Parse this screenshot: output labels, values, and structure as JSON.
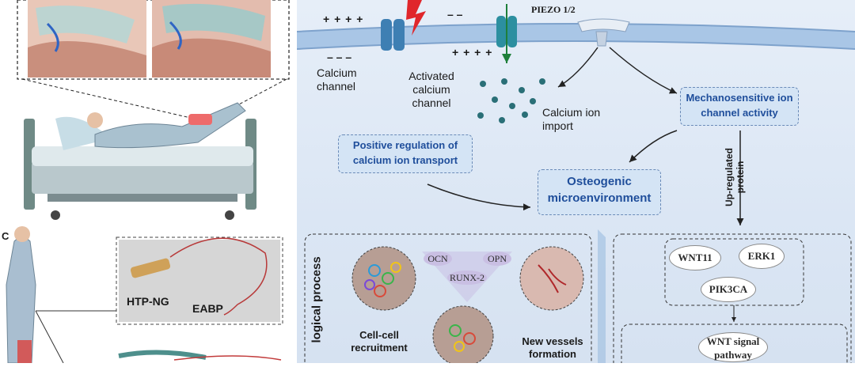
{
  "panel_label_c": "C",
  "device": {
    "label_1": "HTP-NG",
    "label_2": "EABP"
  },
  "membrane": {
    "plus_left": "+ + + +",
    "minus_left": "– – –",
    "minus_mid": "– –",
    "plus_mid": "+ + + +",
    "piezo_label": "PIEZO 1/2"
  },
  "labels": {
    "calcium_channel": "Calcium channel",
    "activated_calcium_channel": "Activated calcium channel",
    "calcium_ion_import": "Calcium ion import",
    "mechanosensitive": "Mechanosensitive ion channel activity",
    "positive_regulation": "Positive regulation of calcium ion transport",
    "osteogenic": "Osteogenic microenvironment",
    "up_regulated": "Up-regulated protein",
    "biological_process": "logical process"
  },
  "bio": {
    "ocn": "OCN",
    "opn": "OPN",
    "runx2": "RUNX-2",
    "cell_cell": "Cell-cell recruitment",
    "new_vessels": "New vessels formation"
  },
  "proteins": {
    "wnt11": "WNT11",
    "erk1": "ERK1",
    "pik3ca": "PIK3CA",
    "wnt_signal": "WNT signal pathway"
  },
  "colors": {
    "box_fill": "#d4e4f5",
    "box_text": "#1f4e9b",
    "membrane": "#a9c6e6",
    "ion": "#2a6f77",
    "arrow_green": "#1e7f3a",
    "bolt": "#e0262b"
  }
}
